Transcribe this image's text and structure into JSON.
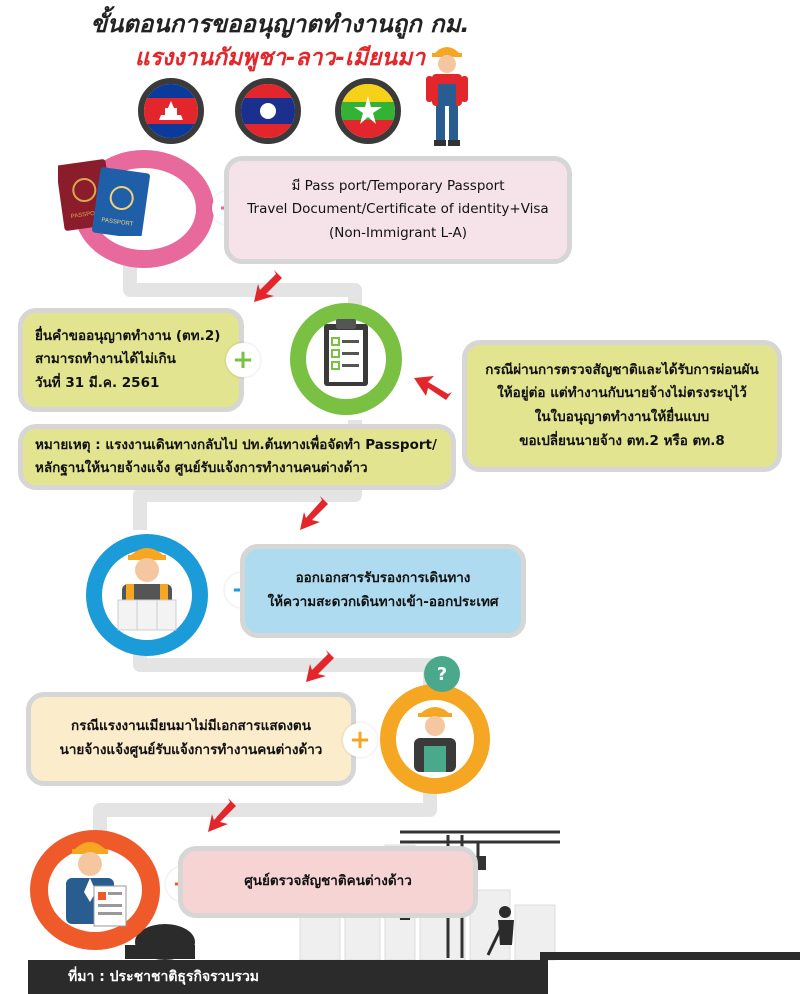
{
  "header": {
    "title": "ขั้นตอนการขออนุญาตทำงานถูก กม.",
    "subtitle": "แรงงานกัมพูชา-ลาว-เมียนมา"
  },
  "colors": {
    "pink": "#e8699c",
    "green": "#7ac143",
    "blue": "#1b9bd7",
    "orange": "#f5a623",
    "red_orange": "#ef5a2b",
    "arrow_red": "#e3262b",
    "connector_gray": "#e2e2e2"
  },
  "steps": [
    {
      "text": "มี Pass port/Temporary Passport\nTravel Document/Certificate of identity+Visa\n(Non-Immigrant L-A)",
      "icon": "passport-icon"
    },
    {
      "text": "ยื่นคำขออนุญาตทำงาน (ตท.2)\nสามารถทำงานได้ไม่เกิน\nวันที่ 31 มี.ค. 2561",
      "icon": "clipboard-checklist-icon"
    },
    {
      "text": "ออกเอกสารรับรองการเดินทาง\nให้ความสะดวกเดินทางเข้า-ออกประเทศ",
      "icon": "worker-with-map-icon"
    },
    {
      "text": "กรณีแรงงานเมียนมาไม่มีเอกสารแสดงตน\nนายจ้างแจ้งศูนย์รับแจ้งการทำงานคนต่างด้าว",
      "icon": "confused-worker-icon"
    },
    {
      "text": "ศูนย์ตรวจสัญชาติคนต่างด้าว",
      "icon": "officer-with-document-icon"
    }
  ],
  "side_note": "กรณีผ่านการตรวจสัญชาติและได้รับการผ่อนผัน\nให้อยู่ต่อ แต่ทำงานกับนายจ้างไม่ตรงระบุไว้\nในใบอนุญาตทำงานให้ยื่นแบบ\nขอเปลี่ยนนายจ้าง ตท.2 หรือ ตท.8",
  "remark": "หมายเหตุ : แรงงานเดินทางกลับไป ปท.ต้นทางเพื่อจัดทำ Passport/\nหลักฐานให้นายจ้างแจ้ง ศูนย์รับแจ้งการทำงานคนต่างด้าว",
  "question_mark": "?",
  "passport_label": "PASSPORT",
  "plus_sign": "+",
  "flags": [
    "cambodia-flag",
    "laos-flag",
    "myanmar-flag"
  ],
  "source": "ที่มา : ประชาชาติธุรกิจรวบรวม"
}
